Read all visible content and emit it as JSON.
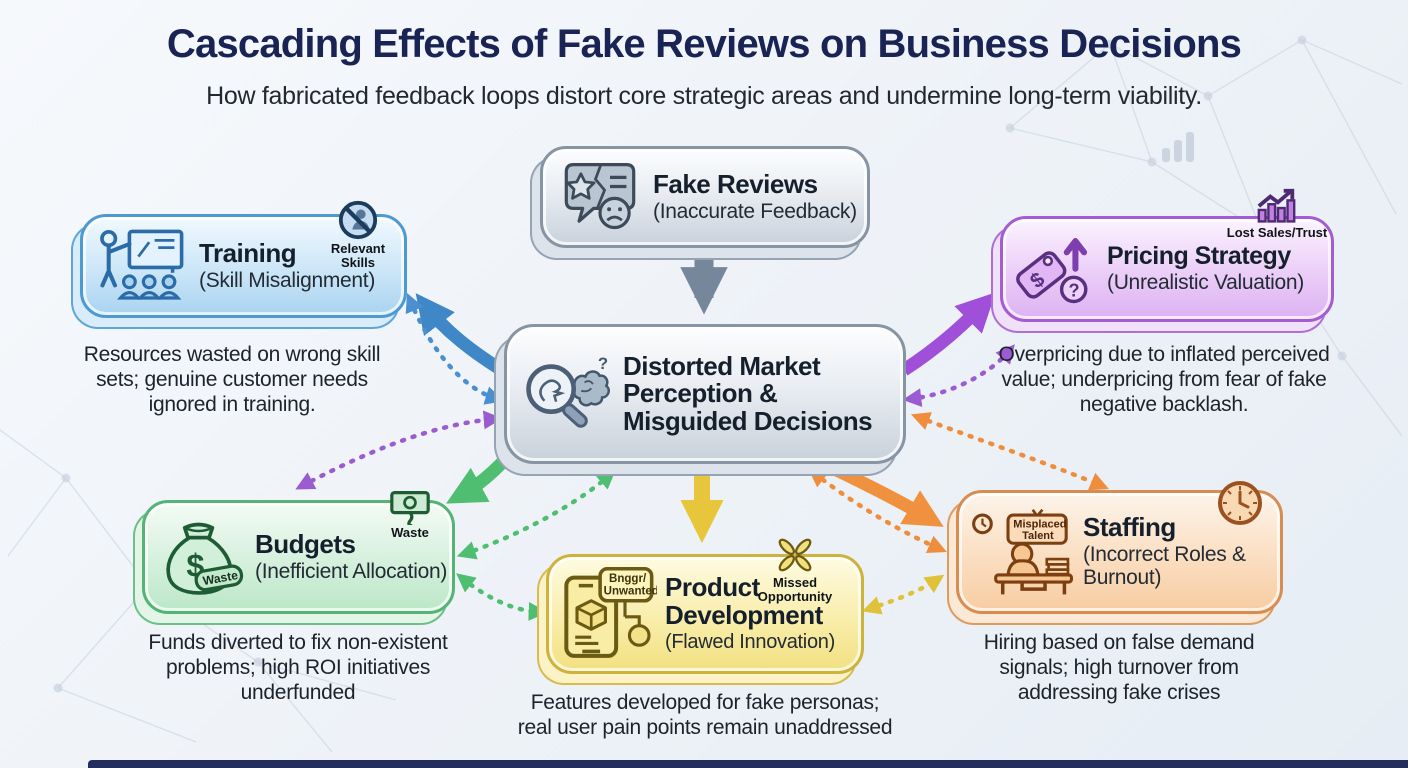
{
  "title": "Cascading Effects of Fake Reviews on Business Decisions",
  "subtitle": "How fabricated feedback loops distort core strategic areas and undermine long-term viability.",
  "source": {
    "title": "Fake Reviews",
    "subtitle": "(Inaccurate Feedback)"
  },
  "center": {
    "title": "Distorted Market Perception & Misguided Decisions",
    "icon_question": "?"
  },
  "training": {
    "title": "Training",
    "subtitle": "(Skill Misalignment)",
    "badge": "Relevant Skills",
    "description": "Resources wasted on wrong skill sets; genuine customer needs ignored in training."
  },
  "pricing": {
    "title": "Pricing Strategy",
    "subtitle": "(Unrealistic Valuation)",
    "badge": "Lost Sales/Trust",
    "icon_dollar": "$",
    "icon_question": "?",
    "description": "Overpricing due to inflated perceived value; underpricing from fear of fake negative backlash."
  },
  "budgets": {
    "title": "Budgets",
    "subtitle": "(Inefficient Allocation)",
    "badge": "Waste",
    "tag": "Waste",
    "icon_dollar": "$",
    "description": "Funds diverted to fix non-existent problems; high ROI initiatives underfunded"
  },
  "product": {
    "title": "Product Development",
    "subtitle": "(Flawed Innovation)",
    "badge": "Missed Opportunity",
    "label_line1": "Bnggr/",
    "label_line2": "Unwanted",
    "description": "Features developed for fake personas; real user pain points remain unaddressed"
  },
  "staffing": {
    "title": "Staffing",
    "subtitle": "(Incorrect Roles & Burnout)",
    "sign_line1": "Misplaced",
    "sign_line2": "Talent",
    "description": "Hiring based on false demand signals; high turnover from addressing fake crises"
  },
  "colors": {
    "navy": "#1a2454",
    "gray_arrow": "#76879b",
    "blue_arrow": "#3f87c7",
    "purple_arrow": "#a050d8",
    "green_arrow": "#4fbe71",
    "yellow_arrow": "#e8c63c",
    "orange_arrow": "#f0913f"
  }
}
